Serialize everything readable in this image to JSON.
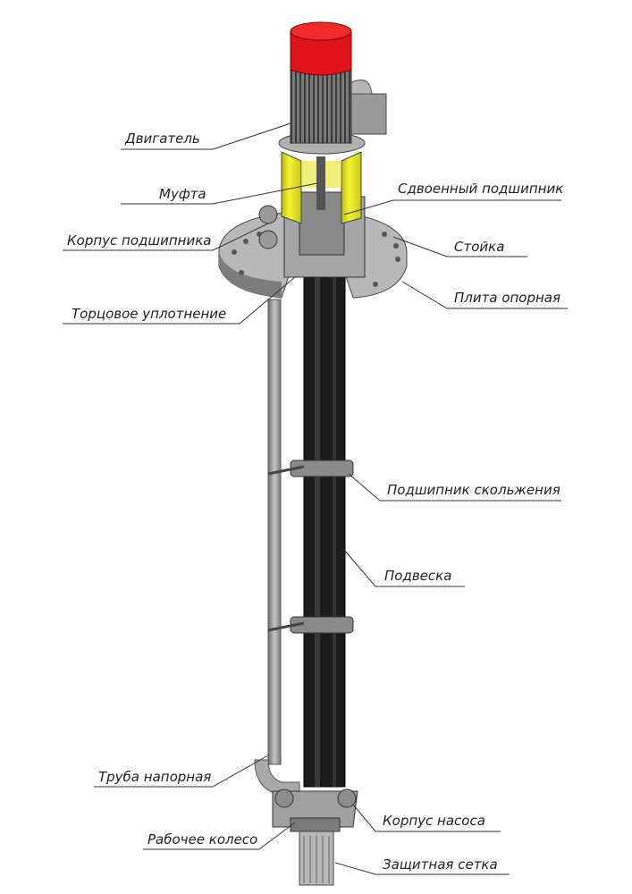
{
  "labels": {
    "motor": "Двигатель",
    "coupling": "Муфта",
    "bearing_housing": "Корпус подшипника",
    "mechanical_seal": "Торцовое уплотнение",
    "discharge_pipe": "Труба напорная",
    "impeller": "Рабочее колесо",
    "double_bearing": "Сдвоенный подшипник",
    "stand": "Стойка",
    "base_plate": "Плита опорная",
    "sleeve_bearing": "Подшипник скольжения",
    "suspension": "Подвеска",
    "pump_casing": "Корпус насоса",
    "strainer": "Защитная сетка"
  },
  "colors": {
    "motor_cap": "#e0141b",
    "lantern": "#e8e81a",
    "column": "#1a1a1a",
    "metal": "#9a9a9a"
  }
}
